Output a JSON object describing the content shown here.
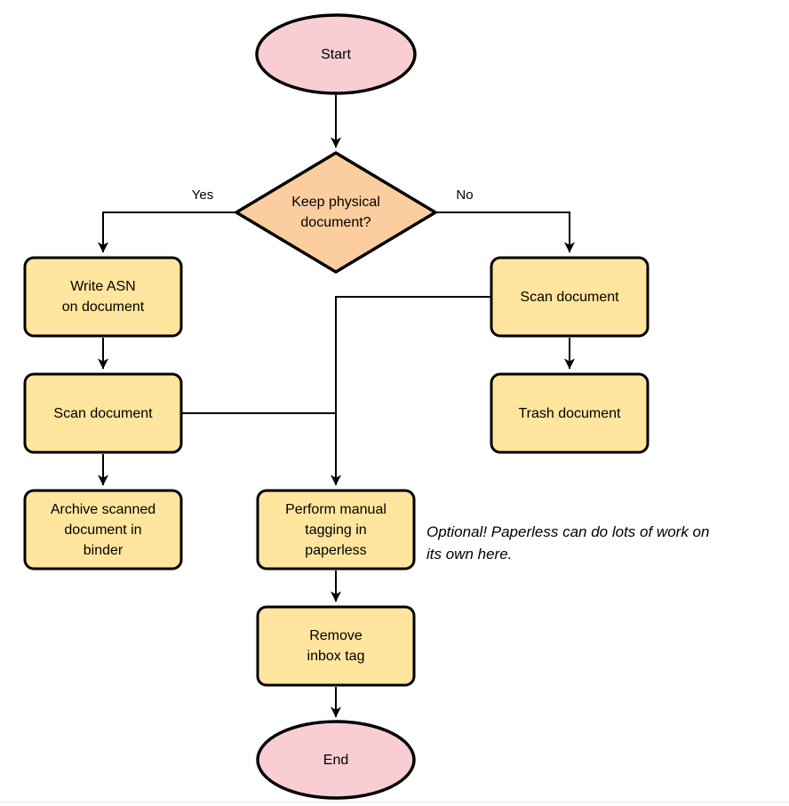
{
  "diagram": {
    "nodes": {
      "start": "Start",
      "decision": "Keep physical\ndocument?",
      "write_asn": "Write ASN\non document",
      "scan_left": "Scan document",
      "archive": "Archive scanned\ndocument in\nbinder",
      "scan_right": "Scan document",
      "trash": "Trash document",
      "perform_tagging": "Perform manual\ntagging in\npaperless",
      "remove_inbox_tag": "Remove\ninbox tag",
      "end": "End"
    },
    "edge_labels": {
      "yes": "Yes",
      "no": "No"
    },
    "note": "Optional! Paperless can do lots of work on\nits own here.",
    "colors": {
      "terminal_fill": "#f8ced3",
      "process_fill": "#ffe59d",
      "decision_fill": "#fccd9e",
      "stroke": "#000000"
    }
  }
}
